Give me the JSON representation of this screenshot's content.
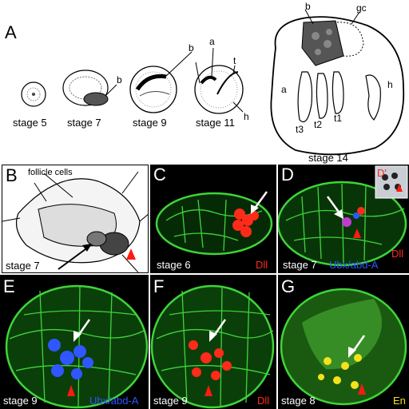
{
  "panel_a": {
    "letter": "A",
    "stages": [
      "stage 5",
      "stage 7",
      "stage 9",
      "stage 11",
      "stage 14"
    ],
    "labels": {
      "b1": "b",
      "b2": "b",
      "b3": "b",
      "b4": "b",
      "a1": "a",
      "a2": "a",
      "t": "t",
      "h1": "h",
      "h2": "h",
      "gc": "gc",
      "t1": "t1",
      "t2": "t2",
      "t3": "t3"
    }
  },
  "panel_b": {
    "letter": "B",
    "follicle": "follicle cells",
    "stage": "stage 7"
  },
  "panel_c": {
    "letter": "C",
    "stage": "stage 6",
    "marker": "Dll"
  },
  "panel_d": {
    "letter": "D",
    "inset_letter": "D'",
    "stage": "stage 7",
    "marker1": "Ubx/abd-A",
    "marker2": "Dll"
  },
  "panel_e": {
    "letter": "E",
    "stage": "stage 9",
    "marker": "Ubx/abd-A"
  },
  "panel_f": {
    "letter": "F",
    "stage": "stage 9",
    "marker": "Dll"
  },
  "panel_g": {
    "letter": "G",
    "stage": "stage 8",
    "marker": "En"
  },
  "colors": {
    "membrane_green": "#3fd43a",
    "dll_red": "#ff2a1a",
    "ubx_blue": "#2f56ff",
    "en_yellow": "#f4e21a",
    "arrow_red": "#ff1a10"
  }
}
